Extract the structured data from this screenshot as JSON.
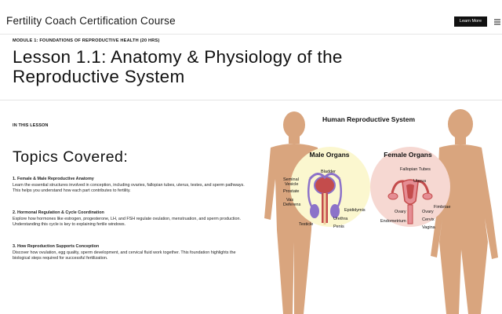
{
  "header": {
    "brand": "Fertility Coach Certification Course",
    "learn_more_label": "Learn More"
  },
  "module_label": "MODULE 1: FOUNDATIONS OF REPRODUCTIVE HEALTH (20 HRS)",
  "lesson_title": "Lesson 1.1: Anatomy & Physiology of the Reproductive System",
  "in_lesson_label": "IN THIS LESSON",
  "topics_heading": "Topics Covered:",
  "topics": [
    {
      "title": "1. Female & Male Reproductive Anatomy",
      "desc": "Learn the essential structures involved in conception, including ovaries, fallopian tubes, uterus, testes, and sperm pathways. This helps you understand how each part contributes to fertility."
    },
    {
      "title": "2. Hormonal Regulation & Cycle Coordination",
      "desc": "Explore how hormones like estrogen, progesterone, LH, and FSH regulate ovulation, menstruation, and sperm production. Understanding this cycle is key to explaining fertile windows."
    },
    {
      "title": "3. How Reproduction Supports Conception",
      "desc": "Discover how ovulation, egg quality, sperm development, and cervical fluid work together. This foundation highlights the biological steps required for successful fertilization."
    }
  ],
  "illustration": {
    "title": "Human Reproductive System",
    "male_heading": "Male Organs",
    "female_heading": "Female Organs",
    "male_labels": {
      "bladder": "Bladder",
      "seminal": "Seminal",
      "vesicle": "Vesicle",
      "prostate": "Prostate",
      "vas": "Vas",
      "deferens": "Deferens",
      "epididymis": "Epididymis",
      "urethra": "Urethra",
      "testicle": "Testicle",
      "penis": "Penis"
    },
    "female_labels": {
      "fallopian": "Fallopian Tubes",
      "uterus": "Uterus",
      "fimbriae": "Fimbriae",
      "ovary_left": "Ovary",
      "ovary_right": "Ovary",
      "endometrium": "Endometrium",
      "cervix": "Cervix",
      "vagina": "Vagina"
    },
    "colors": {
      "skin": "#d9a57e",
      "male_circle": "#fbf7cf",
      "female_circle": "#f6d8d2",
      "organ_purple": "#8c72c9",
      "organ_red": "#c44c4c",
      "organ_pink": "#e58d93"
    }
  }
}
